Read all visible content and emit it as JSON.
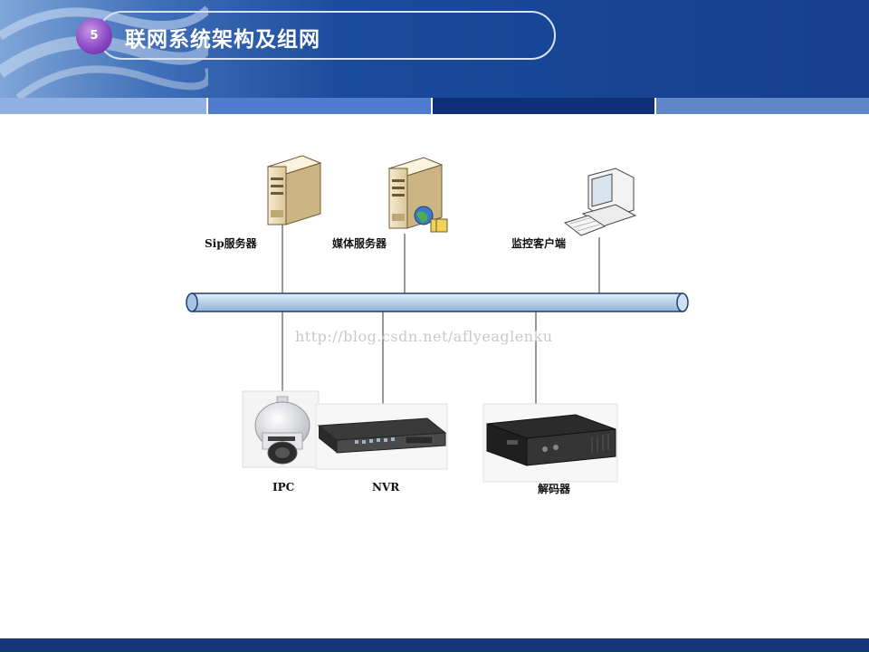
{
  "slide": {
    "number": "5",
    "title": "联网系统架构及组网"
  },
  "diagram": {
    "top_nodes": [
      {
        "label": "Sip服务器",
        "icon": "server-icon"
      },
      {
        "label": "媒体服务器",
        "icon": "media-server-icon"
      },
      {
        "label": "监控客户端",
        "icon": "workstation-icon"
      }
    ],
    "bottom_nodes": [
      {
        "label": "IPC",
        "icon": "dome-camera-icon"
      },
      {
        "label": "NVR",
        "icon": "nvr-icon"
      },
      {
        "label": "解码器",
        "icon": "decoder-icon"
      }
    ],
    "network_bus": "network-pipe"
  },
  "watermark": "http://blog.csdn.net/aflyeaglenku",
  "colors": {
    "header_blue": "#163f8e",
    "pipe_fill": "#b7d0e8",
    "badge_purple": "#8b48c4"
  }
}
